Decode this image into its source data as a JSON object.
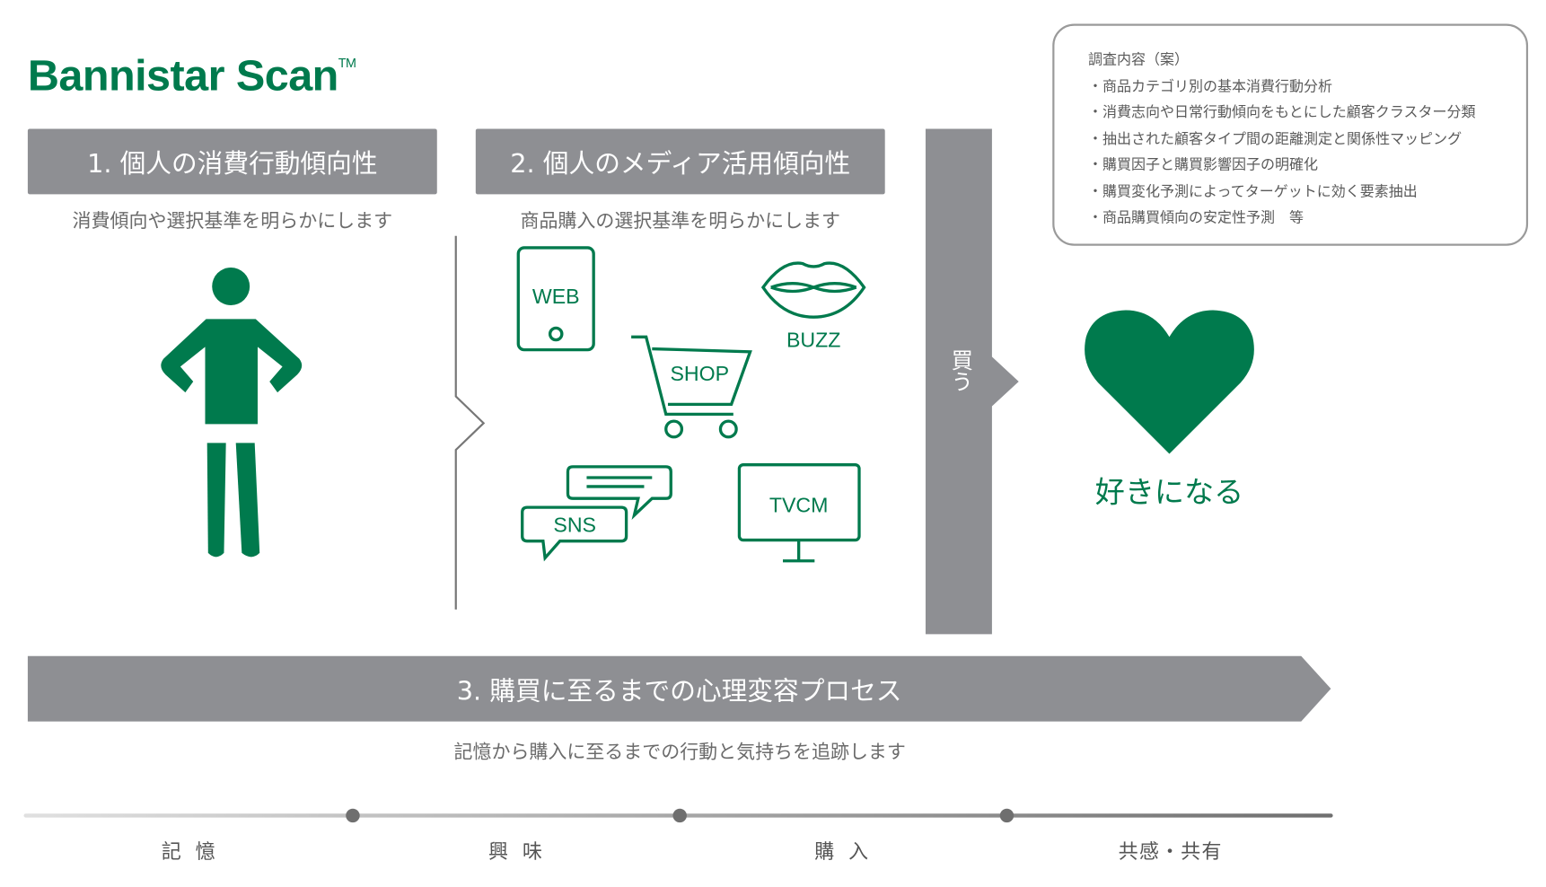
{
  "logo": {
    "name": "Bannistar Scan",
    "tm": "TM"
  },
  "section1": {
    "title": "1. 個人の消費行動傾向性",
    "subtitle": "消費傾向や選択基準を明らかにします"
  },
  "section2": {
    "title": "2. 個人のメディア活用傾向性",
    "subtitle": "商品購入の選択基準を明らかにします",
    "media": {
      "web": "WEB",
      "buzz": "BUZZ",
      "shop": "SHOP",
      "sns": "SNS",
      "tvcm": "TVCM"
    }
  },
  "buy_label": "買う",
  "result_label": "好きになる",
  "survey": {
    "title": "調査内容（案）",
    "items": [
      "・商品カテゴリ別の基本消費行動分析",
      "・消費志向や日常行動傾向をもとにした顧客クラスター分類",
      "・抽出された顧客タイプ間の距離測定と関係性マッピング",
      "・購買因子と購買影響因子の明確化",
      "・購買変化予測によってターゲットに効く要素抽出",
      "・商品購買傾向の安定性予測　等"
    ]
  },
  "section3": {
    "title": "3. 購買に至るまでの心理変容プロセス",
    "subtitle": "記憶から購入に至るまでの行動と気持ちを追跡します"
  },
  "timeline": [
    "記 憶",
    "興 味",
    "購 入",
    "共感・共有"
  ],
  "colors": {
    "brand_green": "#007a4d",
    "header_gray": "#8e8f93"
  }
}
